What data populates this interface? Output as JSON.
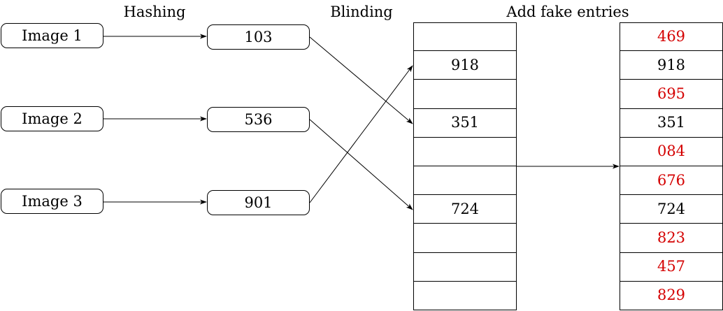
{
  "stages": {
    "hashing": "Hashing",
    "blinding": "Blinding",
    "add_fake": "Add fake entries"
  },
  "images": [
    "Image 1",
    "Image 2",
    "Image 3"
  ],
  "hashes": [
    "103",
    "536",
    "901"
  ],
  "blinded_table": [
    "",
    "918",
    "",
    "351",
    "",
    "",
    "724",
    "",
    "",
    ""
  ],
  "final_table": [
    {
      "value": "469",
      "fake": true
    },
    {
      "value": "918",
      "fake": false
    },
    {
      "value": "695",
      "fake": true
    },
    {
      "value": "351",
      "fake": false
    },
    {
      "value": "084",
      "fake": true
    },
    {
      "value": "676",
      "fake": true
    },
    {
      "value": "724",
      "fake": false
    },
    {
      "value": "823",
      "fake": true
    },
    {
      "value": "457",
      "fake": true
    },
    {
      "value": "829",
      "fake": true
    }
  ],
  "colors": {
    "fake_entry": "#d40000",
    "stroke": "#000000"
  }
}
